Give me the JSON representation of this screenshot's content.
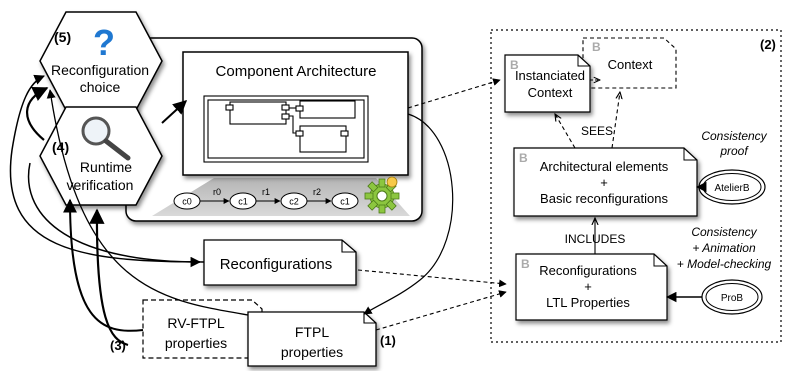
{
  "left": {
    "reconfig_choice": {
      "number": "(5)",
      "line1": "Reconfiguration",
      "line2": "choice"
    },
    "runtime_verif": {
      "number": "(4)",
      "line1": "Runtime",
      "line2": "verification"
    },
    "component_architecture": {
      "title": "Component Architecture"
    },
    "states": [
      {
        "label": "c0"
      },
      {
        "label": "c1"
      },
      {
        "label": "c2"
      },
      {
        "label": "c1"
      }
    ],
    "transitions": [
      "r0",
      "r1",
      "r2"
    ],
    "reconfigurations": {
      "label": "Reconfigurations"
    },
    "rv_ftpl": {
      "line1": "RV-FTPL",
      "line2": "properties"
    },
    "ftpl": {
      "line1": "FTPL",
      "line2": "properties"
    },
    "label_3": "(3)",
    "label_1": "(1)"
  },
  "right": {
    "panel_number": "(2)",
    "context": {
      "label": "Context"
    },
    "instanciated": {
      "line1": "Instanciated",
      "line2": "Context"
    },
    "sees": "SEES",
    "arch_elements": {
      "line1": "Architectural elements",
      "line2": "+",
      "line3": "Basic reconfigurations"
    },
    "includes": "INCLUDES",
    "reconf_ltl": {
      "line1": "Reconfigurations",
      "line2": "+",
      "line3": "LTL Properties"
    },
    "atelierb": "AtelierB",
    "prob": "ProB",
    "consistency_proof": {
      "line1": "Consistency",
      "line2": "proof"
    },
    "consistency_anim": {
      "line1": "Consistency",
      "line2": "+ Animation",
      "line3": "+ Model-checking"
    },
    "b_glyph": "B"
  },
  "colors": {
    "question_mark": "#1f78d1",
    "gear": "#8cc63f",
    "gear_accent": "#f7c948"
  }
}
